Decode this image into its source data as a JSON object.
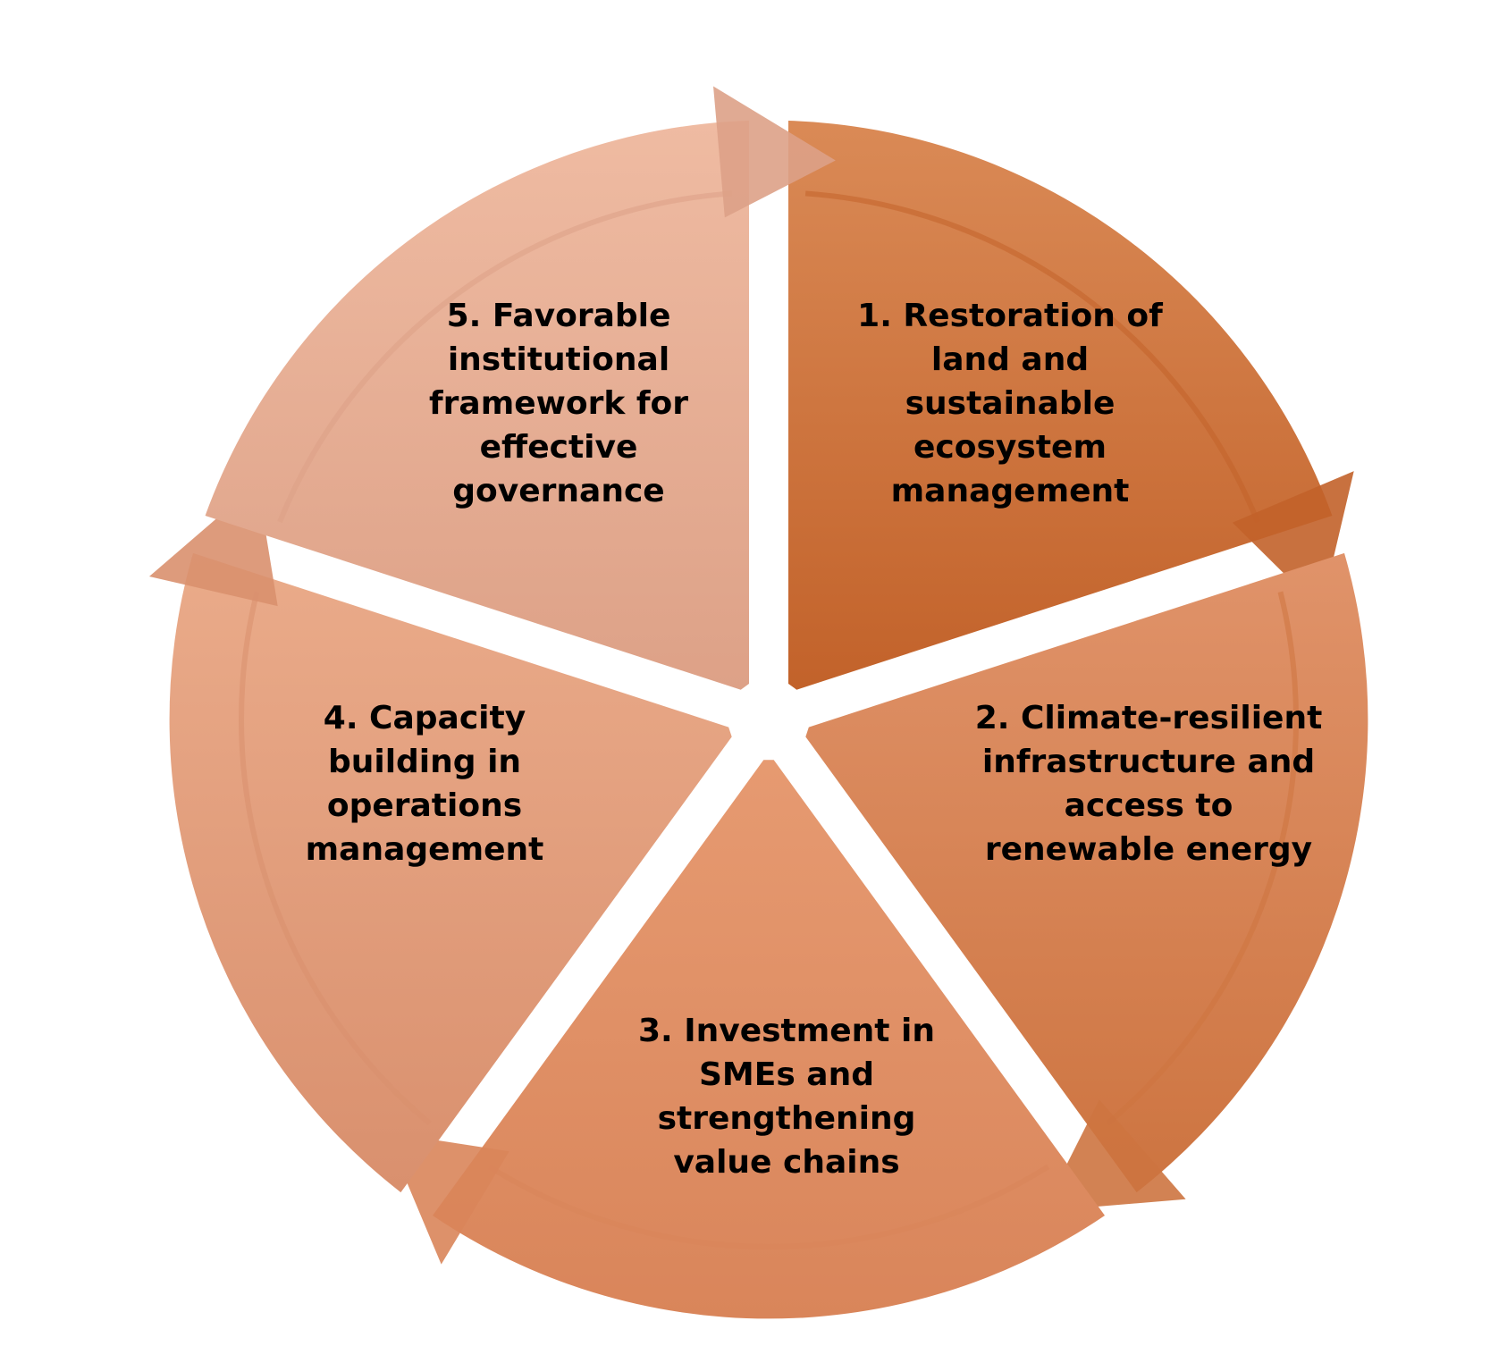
{
  "diagram": {
    "type": "segmented-cycle",
    "segments": [
      {
        "label": "1. Restoration of land and sustainable ecosystem management",
        "lines": [
          "1. Restoration of",
          "land and",
          "sustainable",
          "ecosystem",
          "management"
        ],
        "color_light": "#da8a56",
        "color_dark": "#c2622a"
      },
      {
        "label": "2. Climate-resilient infrastructure and access to renewable energy",
        "lines": [
          "2. Climate-resilient",
          "infrastructure and",
          "access to",
          "renewable energy"
        ],
        "color_light": "#e0936a",
        "color_dark": "#cd7440"
      },
      {
        "label": "3. Investment in SMEs and strengthening value chains",
        "lines": [
          "3. Investment in",
          "SMEs and",
          "strengthening",
          "value chains"
        ],
        "color_light": "#e69a71",
        "color_dark": "#d9855a"
      },
      {
        "label": "4. Capacity building in operations management",
        "lines": [
          "4. Capacity",
          "building in",
          "operations",
          "management"
        ],
        "color_light": "#eaab8a",
        "color_dark": "#d9906e"
      },
      {
        "label": "5. Favorable institutional framework for effective governance",
        "lines": [
          "5. Favorable",
          "institutional",
          "framework for",
          "effective",
          "governance"
        ],
        "color_light": "#efbba2",
        "color_dark": "#dda187"
      }
    ]
  }
}
